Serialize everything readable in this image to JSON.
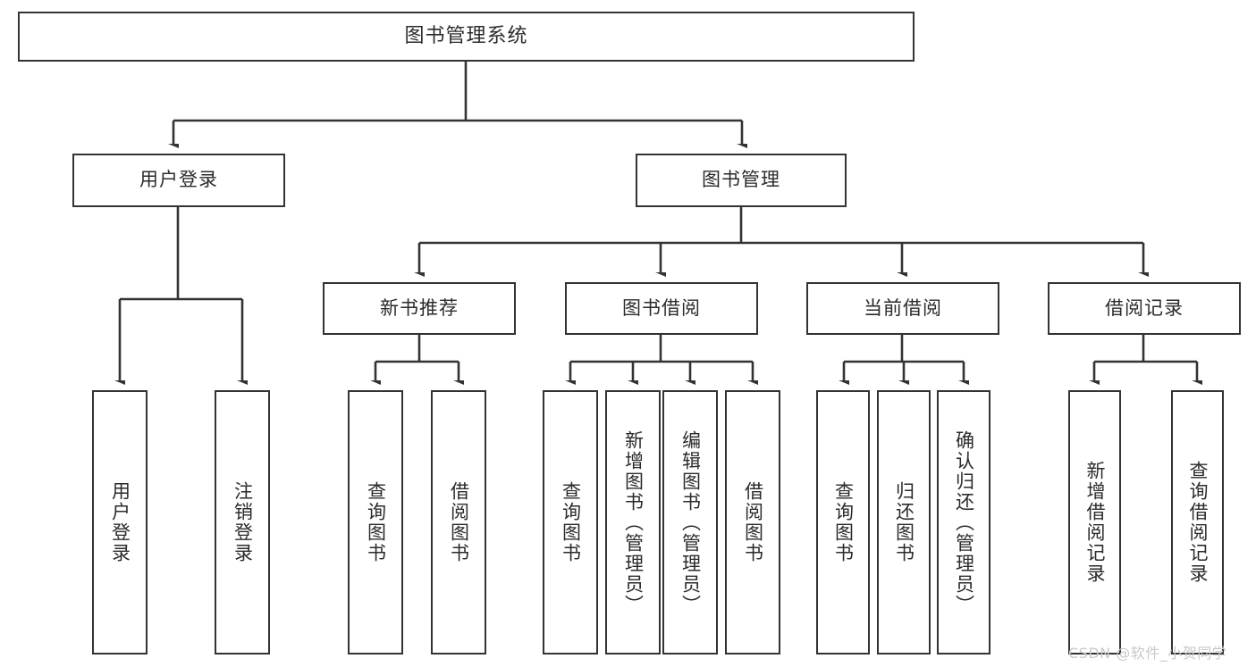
{
  "diagram": {
    "type": "tree-hierarchy-chart",
    "title": "图书管理系统",
    "orientation": "top-down",
    "colors": {
      "stroke": "#333333",
      "fill": "#ffffff",
      "text": "#2b2b2b",
      "watermark": "#c9c9c9"
    },
    "levels": [
      {
        "level": 1,
        "nodes": [
          {
            "id": "root",
            "label": "图书管理系统",
            "orient": "horizontal"
          }
        ]
      },
      {
        "level": 2,
        "nodes": [
          {
            "id": "login",
            "label": "用户登录",
            "orient": "horizontal",
            "parent": "root"
          },
          {
            "id": "bookmgmt",
            "label": "图书管理",
            "orient": "horizontal",
            "parent": "root"
          }
        ]
      },
      {
        "level": 3,
        "nodes": [
          {
            "id": "newbook",
            "label": "新书推荐",
            "orient": "horizontal",
            "parent": "bookmgmt"
          },
          {
            "id": "borrow",
            "label": "图书借阅",
            "orient": "horizontal",
            "parent": "bookmgmt"
          },
          {
            "id": "current",
            "label": "当前借阅",
            "orient": "horizontal",
            "parent": "bookmgmt"
          },
          {
            "id": "records",
            "label": "借阅记录",
            "orient": "horizontal",
            "parent": "bookmgmt"
          }
        ]
      },
      {
        "level": 4,
        "nodes": [
          {
            "id": "leaf1",
            "label": "用户登录",
            "orient": "vertical",
            "parent": "login"
          },
          {
            "id": "leaf2",
            "label": "注销登录",
            "orient": "vertical",
            "parent": "login"
          },
          {
            "id": "leaf3",
            "label": "查询图书",
            "orient": "vertical",
            "parent": "newbook"
          },
          {
            "id": "leaf4",
            "label": "借阅图书",
            "orient": "vertical",
            "parent": "newbook"
          },
          {
            "id": "leaf5",
            "label": "查询图书",
            "orient": "vertical",
            "parent": "borrow"
          },
          {
            "id": "leaf6",
            "label": "新增图书（管理员）",
            "orient": "vertical",
            "parent": "borrow"
          },
          {
            "id": "leaf7",
            "label": "编辑图书（管理员）",
            "orient": "vertical",
            "parent": "borrow"
          },
          {
            "id": "leaf8",
            "label": "借阅图书",
            "orient": "vertical",
            "parent": "borrow"
          },
          {
            "id": "leaf9",
            "label": "查询图书",
            "orient": "vertical",
            "parent": "current"
          },
          {
            "id": "leaf10",
            "label": "归还图书",
            "orient": "vertical",
            "parent": "current"
          },
          {
            "id": "leaf11",
            "label": "确认归还（管理员）",
            "orient": "vertical",
            "parent": "current"
          },
          {
            "id": "leaf12",
            "label": "新增借阅记录",
            "orient": "vertical",
            "parent": "records"
          },
          {
            "id": "leaf13",
            "label": "查询借阅记录",
            "orient": "vertical",
            "parent": "records"
          }
        ]
      }
    ]
  },
  "watermark": {
    "text": "CSDN @软件_小贺同学"
  }
}
